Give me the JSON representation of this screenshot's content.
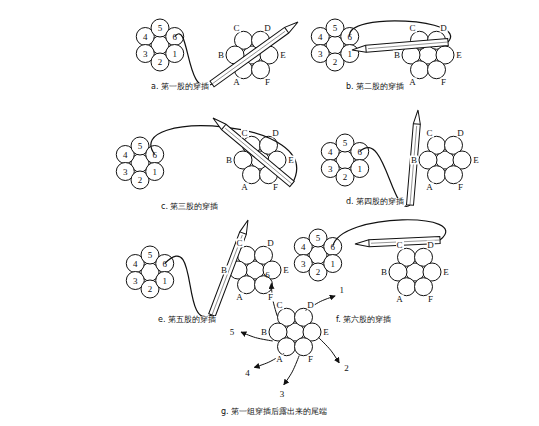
{
  "diagram": {
    "labels": [
      "4",
      "5",
      "6",
      "3",
      "2",
      "1",
      "C",
      "D",
      "B",
      "E",
      "A",
      "F",
      "a. 第一股的穿插",
      "4",
      "5",
      "6",
      "3",
      "2",
      "1",
      "C",
      "D",
      "B",
      "E",
      "A",
      "F",
      "b. 第二股的穿插",
      "4",
      "5",
      "6",
      "3",
      "2",
      "1",
      "C",
      "D",
      "B",
      "E",
      "A",
      "F",
      "c. 第三股的穿插",
      "4",
      "5",
      "6",
      "3",
      "2",
      "1",
      "C",
      "D",
      "B",
      "E",
      "A",
      "F",
      "d. 第四股的穿插",
      "4",
      "5",
      "6",
      "3",
      "2",
      "1",
      "C",
      "D",
      "B",
      "E",
      "A",
      "F",
      "e. 第五股的穿插",
      "4",
      "5",
      "6",
      "3",
      "2",
      "1",
      "C",
      "D",
      "B",
      "E",
      "A",
      "F",
      "f. 第六股的穿插",
      "C",
      "D",
      "B",
      "E",
      "A",
      "F",
      "6",
      "1",
      "5",
      "2",
      "4",
      "3",
      "g. 第一组穿插后露出来的尾端"
    ]
  }
}
